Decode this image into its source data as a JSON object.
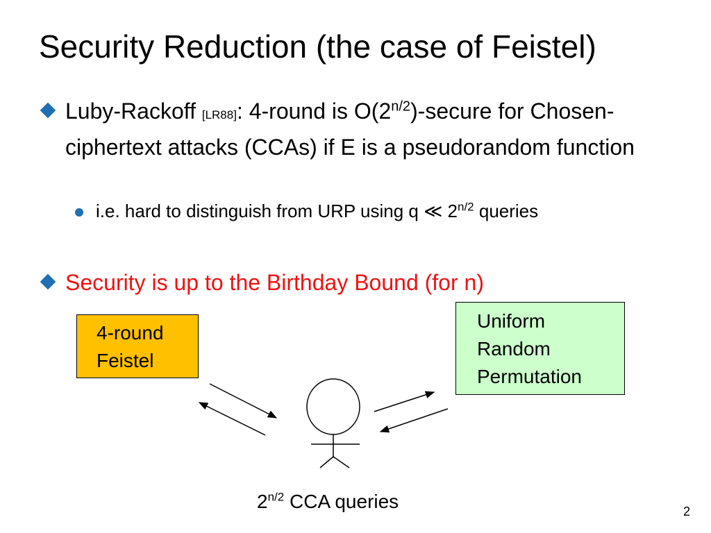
{
  "slide": {
    "title": "Security Reduction (the case of Feistel)",
    "bullets": [
      {
        "lead": "Luby-Rackoff ",
        "tag": "[LR88]",
        "mid": ": 4-round is O(2",
        "sup": "n/2",
        "rest": ")-secure for Chosen-ciphertext attacks (CCAs) if E is a pseudorandom function"
      },
      {
        "text": "Security is up to the Birthday Bound (for n)"
      }
    ],
    "sub_bullet": {
      "text": "i.e. hard to distinguish from URP using q ≪ 2",
      "sup": "n/2",
      "rest": " queries"
    },
    "page_number": "2"
  },
  "diagram": {
    "feistel_box": [
      "4-round",
      "Feistel"
    ],
    "urp_box": [
      "Uniform",
      "Random",
      "Permutation"
    ],
    "caption": {
      "base": "2",
      "sup": "n/2",
      "rest": " CCA queries"
    }
  },
  "colors": {
    "bullet_marker": "#1f6fb2",
    "highlight_text": "#ee1111",
    "feistel_fill": "#ffc000",
    "urp_fill": "#ccffcc"
  }
}
